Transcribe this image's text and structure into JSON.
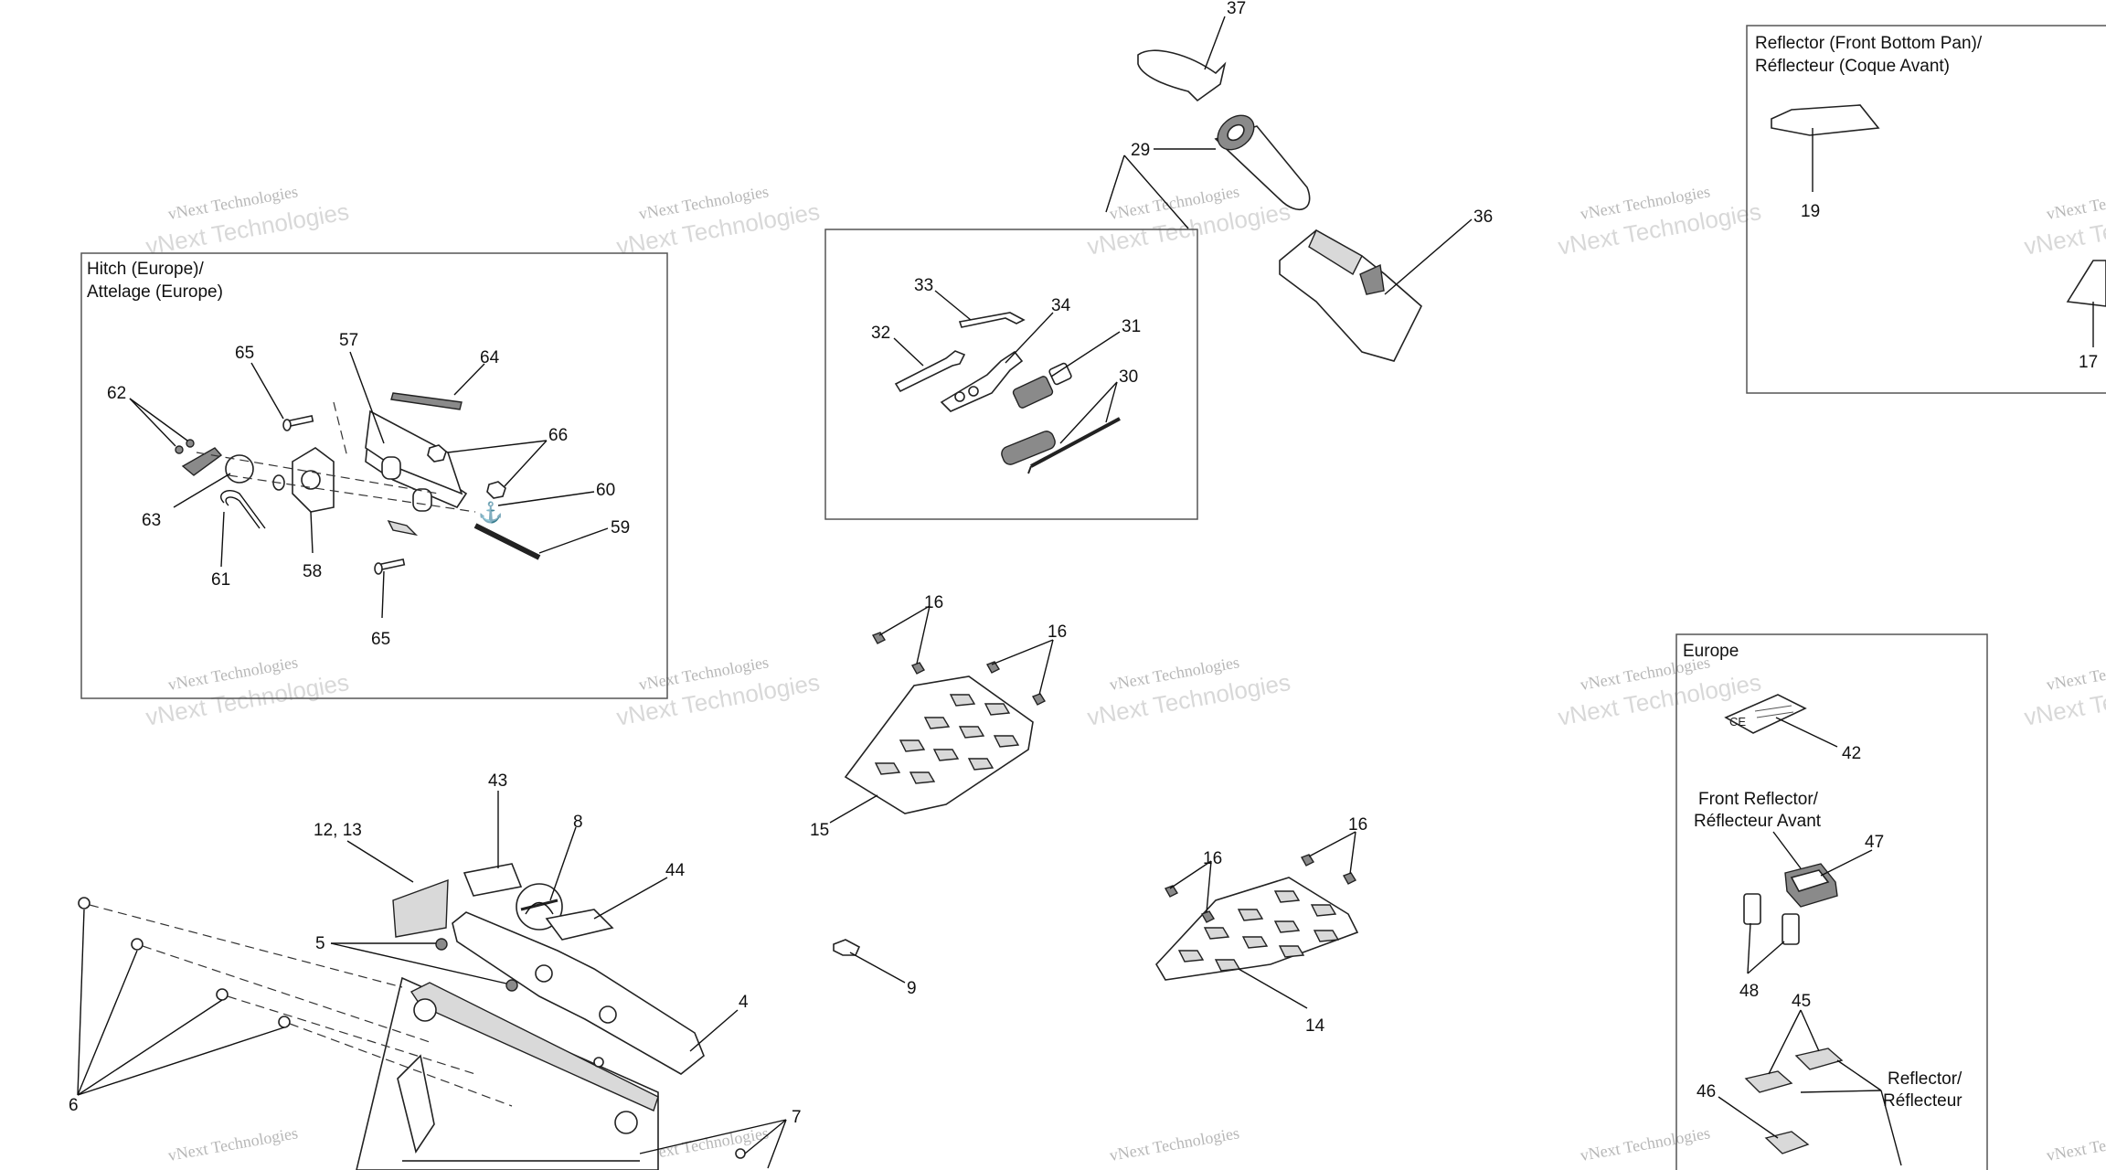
{
  "boxes": {
    "hitch": {
      "title_1": "Hitch (Europe)/",
      "title_2": "Attelage (Europe)"
    },
    "reflector_front_bottom": {
      "title_1": "Reflector (Front Bottom Pan)/",
      "title_2": "Réflecteur (Coque Avant)"
    },
    "europe": {
      "title": "Europe"
    }
  },
  "texts": {
    "front_reflector_1": "Front Reflector/",
    "front_reflector_2": "Réflecteur Avant",
    "reflector_1": "Reflector/",
    "reflector_2": "Réflecteur"
  },
  "callouts": {
    "c37": "37",
    "c29": "29",
    "c36": "36",
    "c19": "19",
    "c17": "17",
    "c65a": "65",
    "c57": "57",
    "c64": "64",
    "c62": "62",
    "c66": "66",
    "c60": "60",
    "c63": "63",
    "c59": "59",
    "c61": "61",
    "c58": "58",
    "c65b": "65",
    "c33": "33",
    "c34": "34",
    "c32": "32",
    "c31": "31",
    "c30": "30",
    "c16a": "16",
    "c16b": "16",
    "c15": "15",
    "c16c": "16",
    "c16d": "16",
    "c14": "14",
    "c42": "42",
    "c47": "47",
    "c48": "48",
    "c45": "45",
    "c46": "46",
    "c43": "43",
    "c8": "8",
    "c12_13": "12, 13",
    "c44": "44",
    "c5": "5",
    "c4": "4",
    "c6": "6",
    "c7": "7",
    "c9": "9"
  },
  "watermark": {
    "line1": "vNext Technologies",
    "big": "vNext\nTechnologies"
  }
}
